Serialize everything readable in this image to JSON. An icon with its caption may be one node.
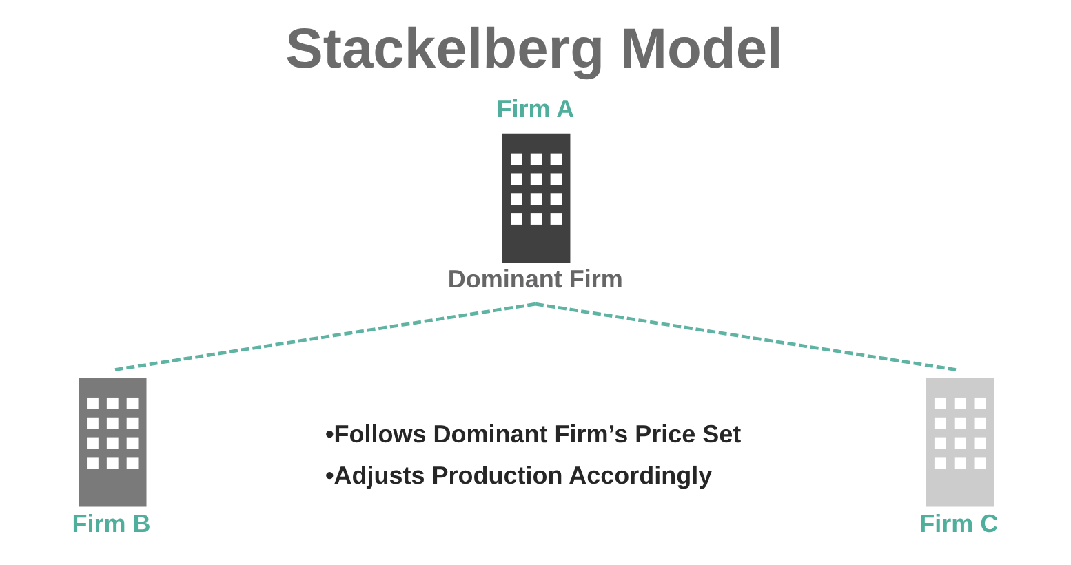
{
  "diagram": {
    "title": "Stackelberg Model",
    "nodes": [
      {
        "text": [
          "Firm A",
          "Dominant Firm"
        ]
      },
      {
        "text": [
          "Firm B"
        ]
      },
      {
        "text": [
          "Firm C"
        ]
      }
    ],
    "edges": [
      {
        "from": 0,
        "to": 1,
        "arrow": "none",
        "style": "dashed"
      },
      {
        "from": 0,
        "to": 2,
        "arrow": "none",
        "style": "dashed"
      }
    ],
    "labels": [
      "•Follows Dominant Firm’s Price Set",
      "•Adjusts Production Accordingly"
    ]
  }
}
